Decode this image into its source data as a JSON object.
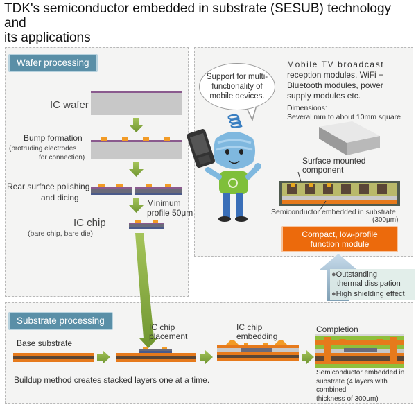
{
  "title_line1": "TDK's semiconductor embedded in substrate (SESUB) technology and",
  "title_line2": "its applications",
  "wafer": {
    "tab": "Wafer processing",
    "ic_wafer": "IC wafer",
    "bump_title": "Bump formation",
    "bump_sub1": "(protruding electrodes",
    "bump_sub2": "for connection)",
    "rear1": "Rear surface polishing",
    "rear2": "and dicing",
    "min1": "Minimum",
    "min2": "profile 50μm",
    "icchip": "IC chip",
    "icchip_sub": "(bare chip, bare die)"
  },
  "app": {
    "speech1": "Support for multi-",
    "speech2": "functionality of",
    "speech3": "mobile devices.",
    "mtv1": "Mobile TV broadcast",
    "mtv2": "reception modules, WiFi +",
    "mtv3": "Bluetooth modules, power",
    "mtv4": "supply modules etc.",
    "dims1": "Dimensions:",
    "dims2": "Several mm to about 10mm square",
    "surface1": "Surface mounted",
    "surface2": "component",
    "sesub": "Semiconductor embedded in substrate",
    "sesub_thick": "(300μm)",
    "cta1": "Compact, low-profile",
    "cta2": "function module"
  },
  "features": {
    "f1a": "Outstanding",
    "f1b": "thermal dissipation",
    "f2": "High shielding effect"
  },
  "substrate": {
    "tab": "Substrate processing",
    "base": "Base substrate",
    "place1": "IC chip",
    "place2": "placement",
    "embed1": "IC chip",
    "embed2": "embedding",
    "completion": "Completion",
    "buildup": "Buildup method creates stacked layers one at a time.",
    "note1": "Semiconductor embedded in",
    "note2": "substrate (4 layers with combined",
    "note3": "thickness of 300μm)"
  },
  "colors": {
    "orange": "#ec6a0c",
    "green_arrow": "#7fa43a",
    "teal_tab": "#5a8fa7"
  }
}
